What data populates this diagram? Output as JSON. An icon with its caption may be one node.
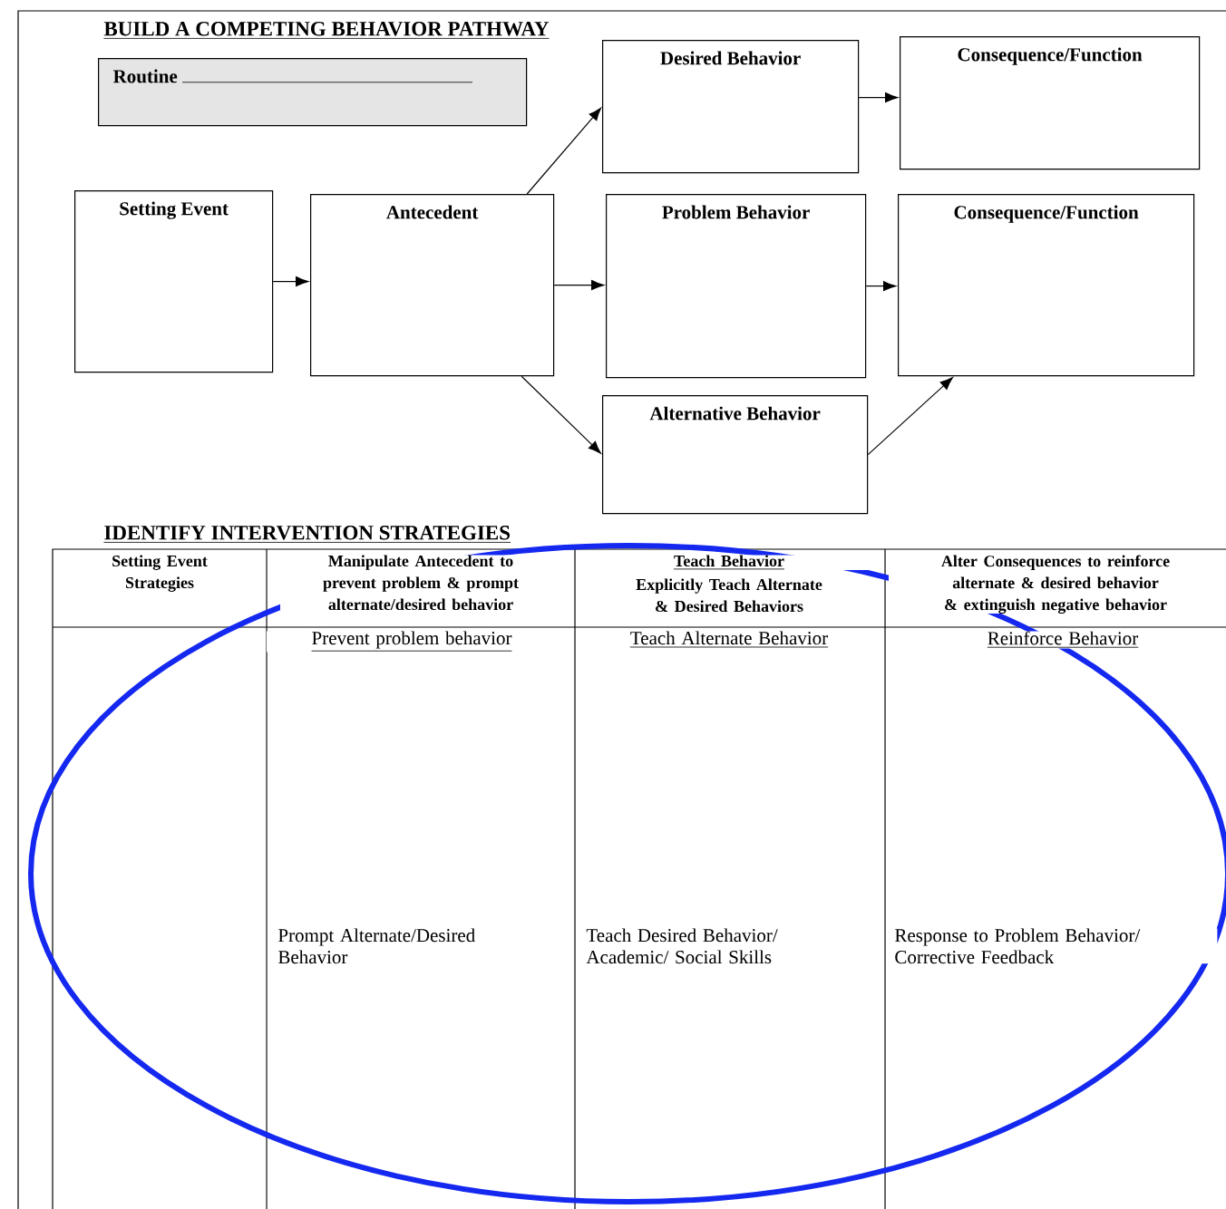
{
  "diagram": {
    "title": "BUILD A COMPETING BEHAVIOR PATHWAY",
    "nodes": [
      {
        "text": [
          "Routine"
        ]
      },
      {
        "text": [
          "Setting Event"
        ]
      },
      {
        "text": [
          "Antecedent"
        ]
      },
      {
        "text": [
          "Desired Behavior"
        ]
      },
      {
        "text": [
          "Consequence/Function"
        ]
      },
      {
        "text": [
          "Problem Behavior"
        ]
      },
      {
        "text": [
          "Consequence/Function"
        ]
      },
      {
        "text": [
          "Alternative Behavior"
        ]
      }
    ],
    "edges": [
      {
        "from": 1,
        "to": 2,
        "arrow": "to"
      },
      {
        "from": 2,
        "to": 3,
        "arrow": "to"
      },
      {
        "from": 2,
        "to": 5,
        "arrow": "to"
      },
      {
        "from": 2,
        "to": 7,
        "arrow": "to"
      },
      {
        "from": 3,
        "to": 4,
        "arrow": "to"
      },
      {
        "from": 5,
        "to": 6,
        "arrow": "to"
      },
      {
        "from": 7,
        "to": 6,
        "arrow": "to"
      }
    ],
    "labels": [
      "IDENTIFY INTERVENTION STRATEGIES",
      "Setting Event Strategies",
      "Manipulate Antecedent to prevent problem & prompt alternate/desired behavior",
      "Teach Behavior",
      "Explicitly Teach Alternate & Desired Behaviors",
      "Alter Consequences to reinforce alternate & desired behavior & extinguish negative behavior",
      "Prevent problem behavior",
      "Teach Alternate Behavior",
      "Reinforce Behavior",
      "Prompt Alternate/Desired Behavior",
      "Teach Desired Behavior/ Academic/ Social Skills",
      "Response to Problem Behavior/ Corrective Feedback"
    ]
  }
}
